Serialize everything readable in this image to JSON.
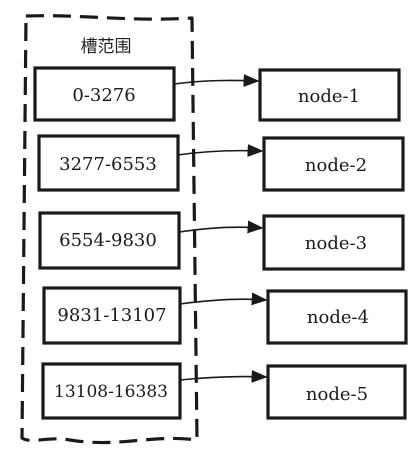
{
  "group": {
    "title": "槽范围",
    "border_style": "dashed"
  },
  "slots": [
    {
      "range": "0-3276",
      "node": "node-1"
    },
    {
      "range": "3277-6553",
      "node": "node-2"
    },
    {
      "range": "6554-9830",
      "node": "node-3"
    },
    {
      "range": "9831-13107",
      "node": "node-4"
    },
    {
      "range": "13108-16383",
      "node": "node-5"
    }
  ],
  "colors": {
    "stroke": "#1a1a1a",
    "background": "#ffffff"
  }
}
